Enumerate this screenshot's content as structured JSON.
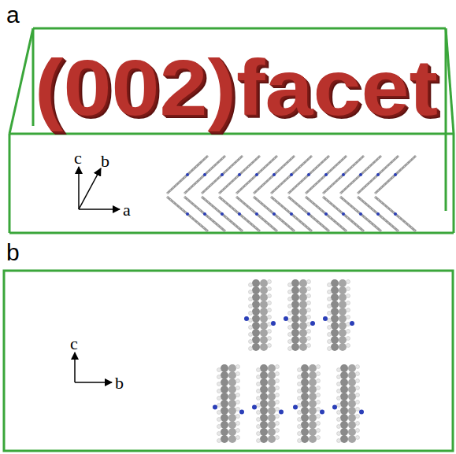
{
  "diagram": {
    "labels": [
      "a",
      "(002)facet",
      "c",
      "b",
      "a",
      "b",
      "c",
      "b"
    ]
  }
}
